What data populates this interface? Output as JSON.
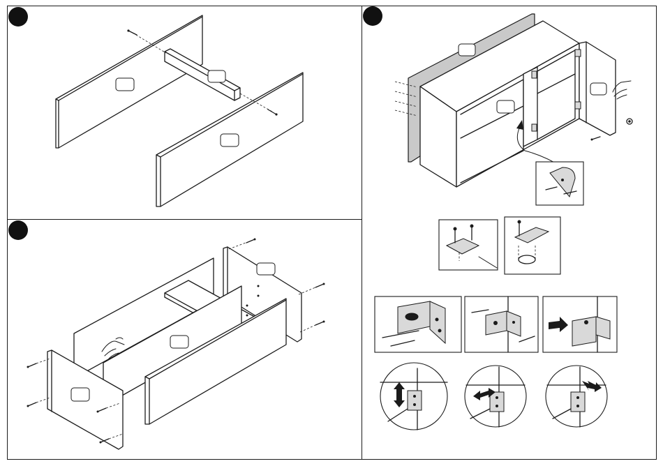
{
  "document": {
    "steps": [
      {
        "number": "",
        "panel": "top-left"
      },
      {
        "number": "",
        "panel": "top-right"
      },
      {
        "number": "",
        "panel": "bottom-left"
      }
    ],
    "part_labels": [
      "",
      "",
      "",
      "",
      "",
      "",
      "",
      ""
    ],
    "icons": [
      "screw-icon",
      "hinge-icon",
      "bracket-icon",
      "screwdriver-icon",
      "arrow-icon",
      "hand-icon"
    ]
  }
}
